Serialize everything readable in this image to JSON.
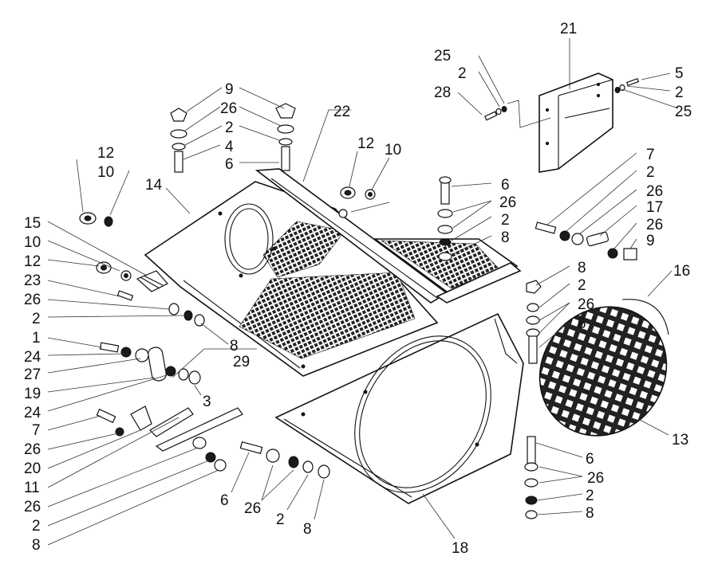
{
  "callouts": {
    "c21": "21",
    "c25a": "25",
    "c2a": "2",
    "c28": "28",
    "c5": "5",
    "c2b": "2",
    "c25b": "25",
    "c9a": "9",
    "c26a": "26",
    "c2c": "2",
    "c4": "4",
    "c6a": "6",
    "c22": "22",
    "c12a": "12",
    "c10a": "10",
    "c12b": "12",
    "c10b": "10",
    "c14": "14",
    "c15": "15",
    "c10c": "10",
    "c12c": "12",
    "c23": "23",
    "c26b": "26",
    "c2d": "2",
    "c1": "1",
    "c24a": "24",
    "c27": "27",
    "c19": "19",
    "c24b": "24",
    "c7a": "7",
    "c26c": "26",
    "c20": "20",
    "c11": "11",
    "c26d": "26",
    "c2e": "2",
    "c8a": "8",
    "c8b": "8",
    "c29": "29",
    "c3": "3",
    "c6b": "6",
    "c26e": "26",
    "c2f": "2",
    "c8c": "8",
    "c6c": "6",
    "c26f": "26",
    "c2g": "2",
    "c8d": "8",
    "c7b": "7",
    "c2h": "2",
    "c26g": "26",
    "c17": "17",
    "c26h": "26",
    "c9b": "9",
    "c8e": "8",
    "c2i": "2",
    "c26i": "26",
    "c6d": "6",
    "c16": "16",
    "c13": "13",
    "c6e": "6",
    "c26j": "26",
    "c2j": "2",
    "c8f": "8",
    "c18": "18"
  },
  "icons": {
    "parts": [
      "hood-cover",
      "side-shield",
      "mesh-panel",
      "oval-grille",
      "bracket",
      "bolt",
      "washer",
      "nut",
      "wing-nut",
      "clip"
    ]
  }
}
